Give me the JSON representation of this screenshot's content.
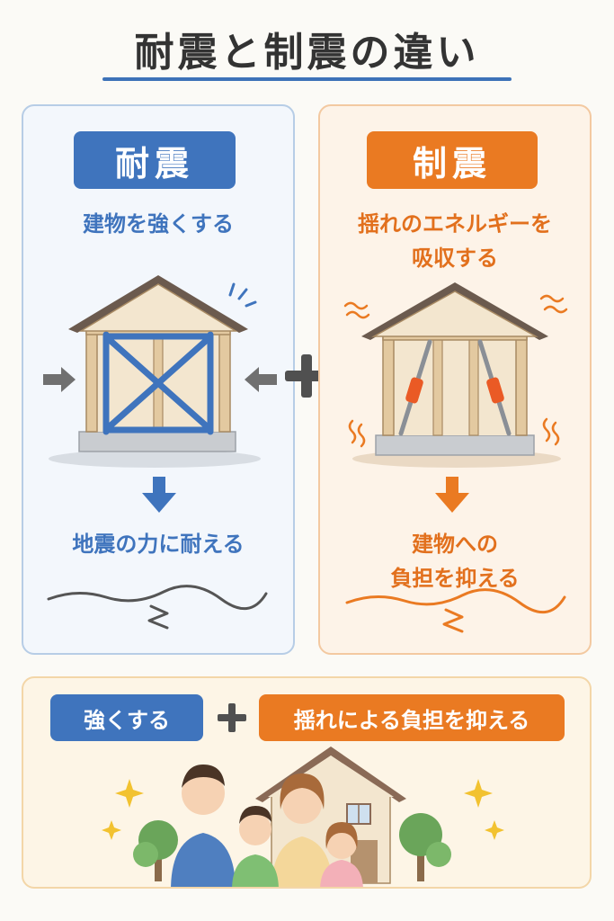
{
  "title": "耐震と制震の違い",
  "left": {
    "badge": "耐震",
    "subtitle": "建物を強くする",
    "result": "地震の力に耐える"
  },
  "right": {
    "badge": "制震",
    "subtitle_line1": "揺れのエネルギーを",
    "subtitle_line2": "吸収する",
    "result_line1": "建物への",
    "result_line2": "負担を抑える"
  },
  "bottom": {
    "pill_left": "強くする",
    "pill_right": "揺れによる負担を抑える"
  },
  "colors": {
    "blue": "#3f74bd",
    "orange": "#ea7a22",
    "title_underline": "#3d72b8"
  }
}
